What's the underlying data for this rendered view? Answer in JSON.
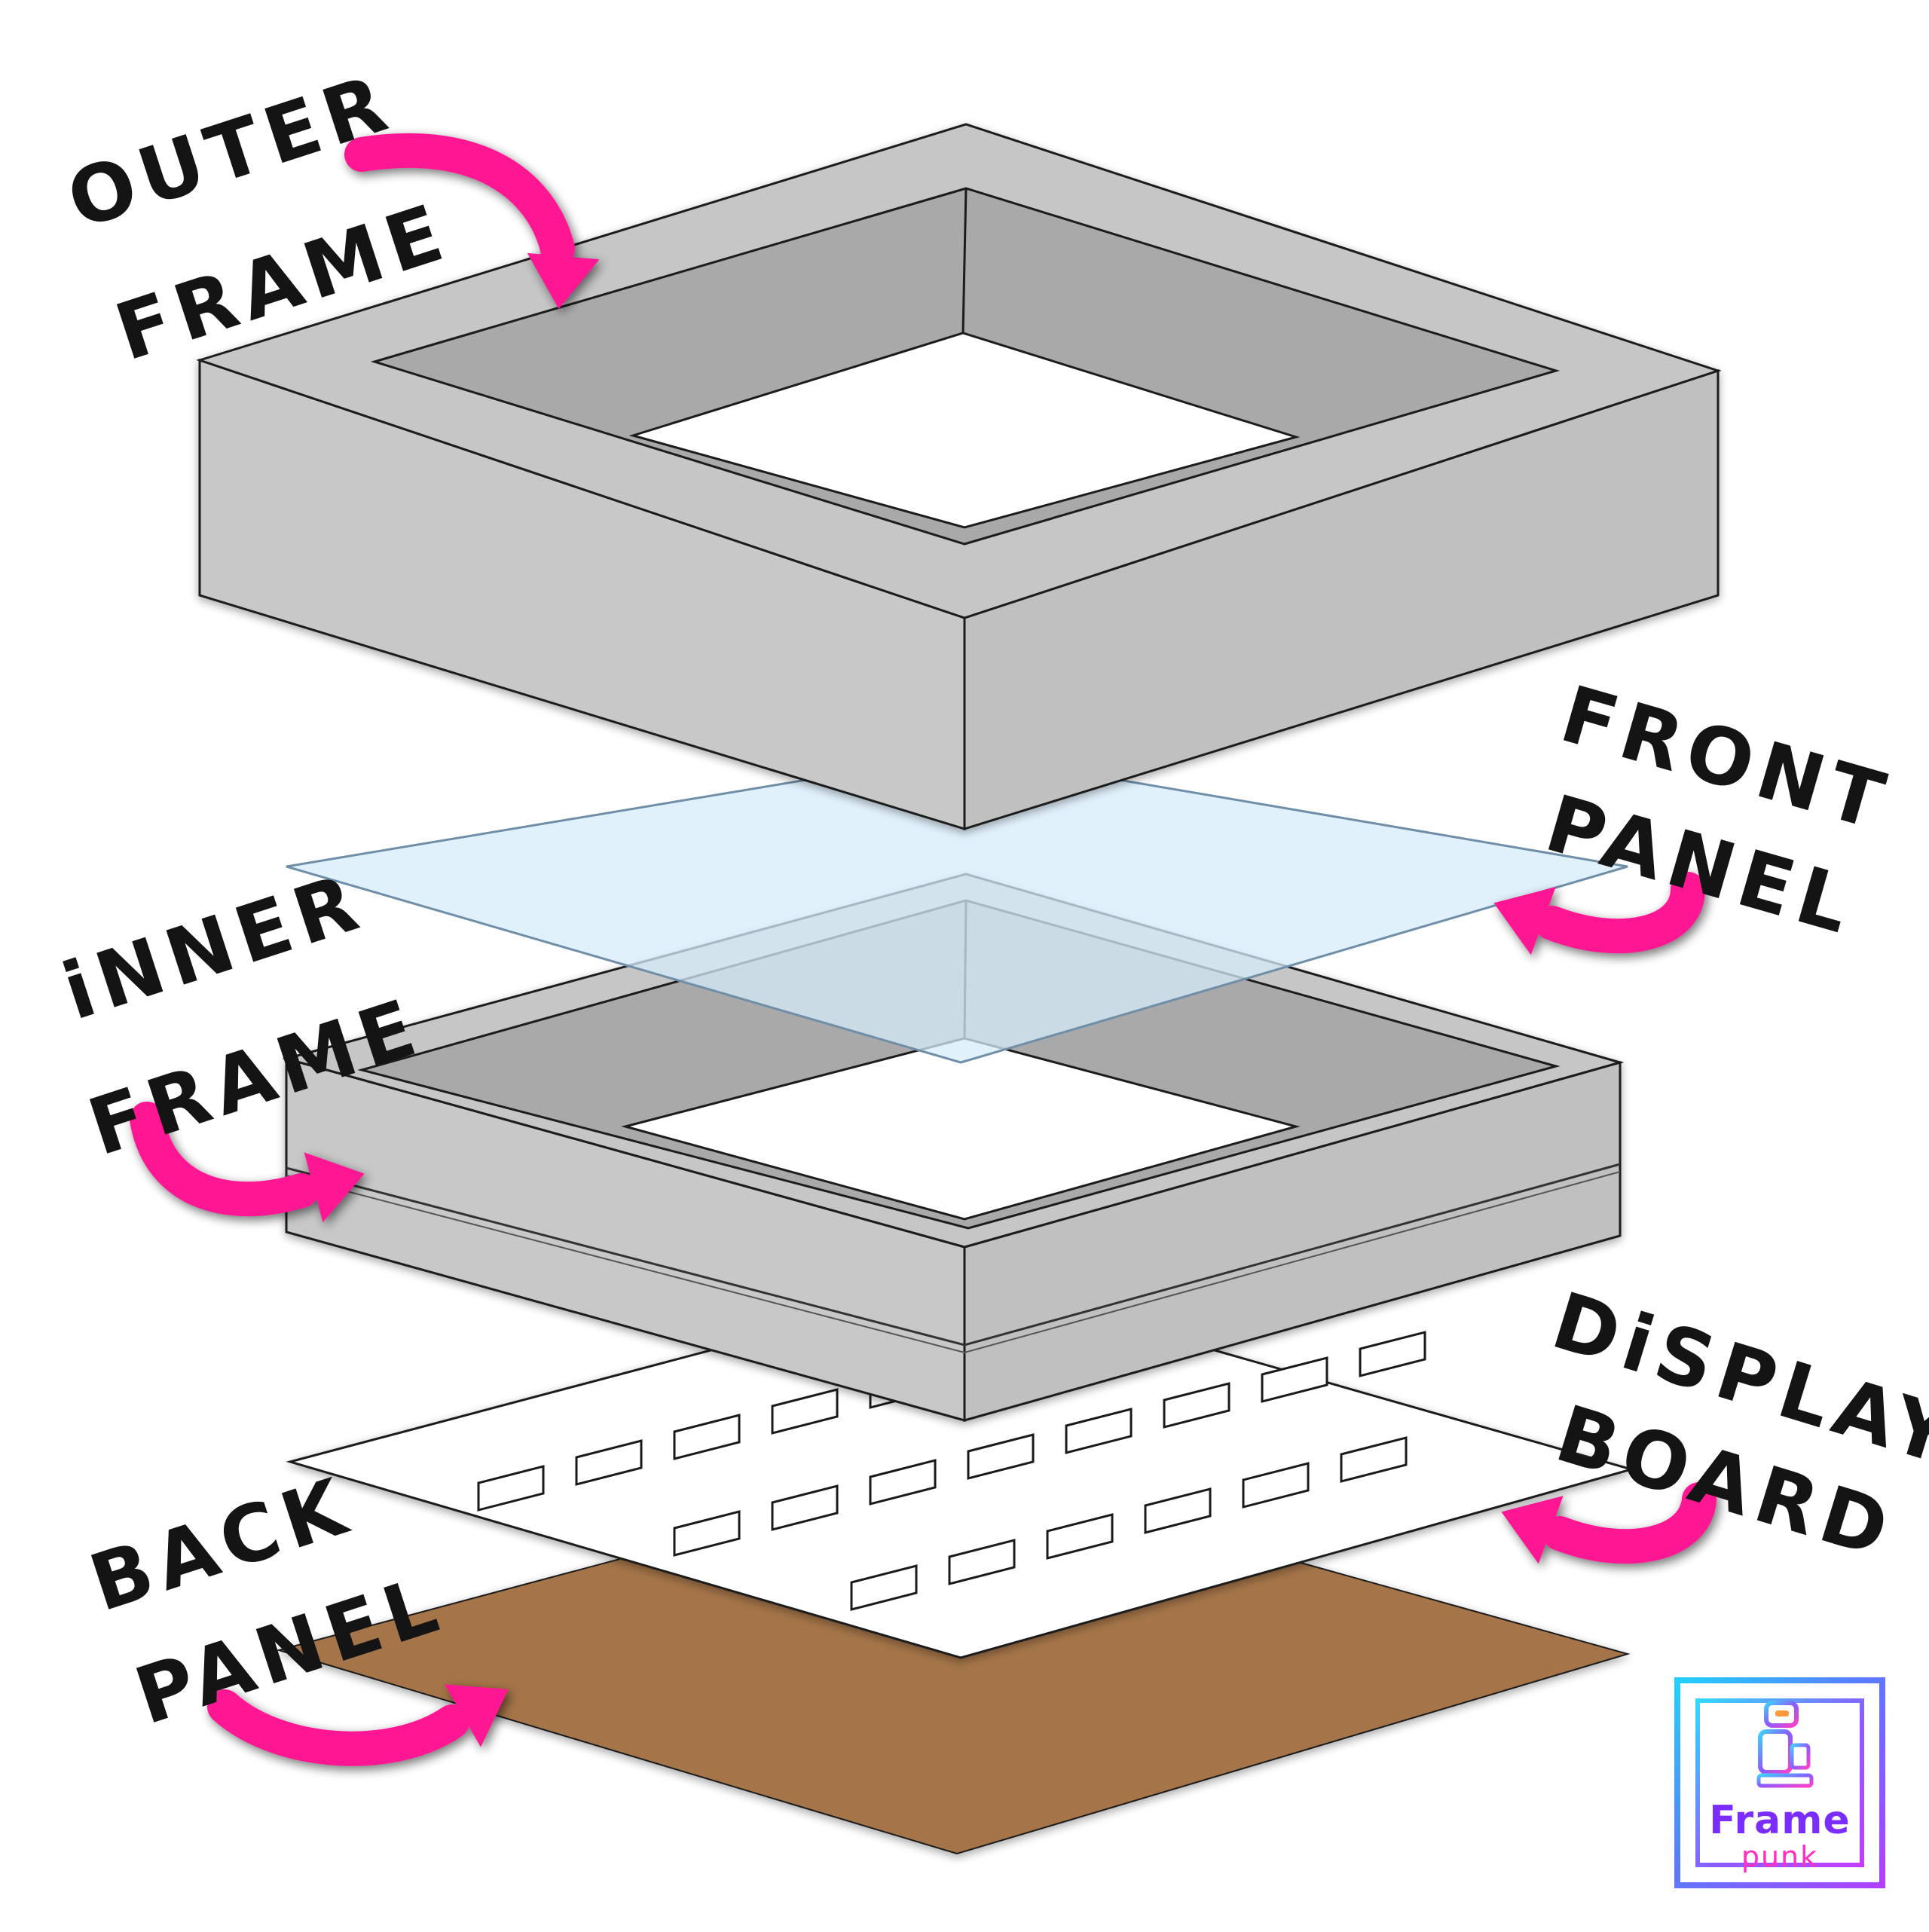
{
  "labels": {
    "outer_frame": [
      "OUTER",
      "FRAME"
    ],
    "front_panel": [
      "FRONT",
      "PANEL"
    ],
    "inner_frame": [
      "iNNER",
      "FRAME"
    ],
    "display_board": [
      "DiSPLAY",
      "BOARD"
    ],
    "back_panel": [
      "BACK",
      "PANEL"
    ]
  },
  "logo": {
    "word1": "Frame",
    "word2": "punk"
  },
  "colors": {
    "frame_top": "#c6c6c6",
    "frame_side_left": "#c8c8c8",
    "frame_side_right": "#c0c0c0",
    "frame_inner_wall": "#a9a9a9",
    "front_panel": "#d7ecfb",
    "display_board": "#ffffff",
    "back_panel": "#a5744a",
    "arrow": "#ff1493",
    "outline": "#1a1a1a"
  }
}
